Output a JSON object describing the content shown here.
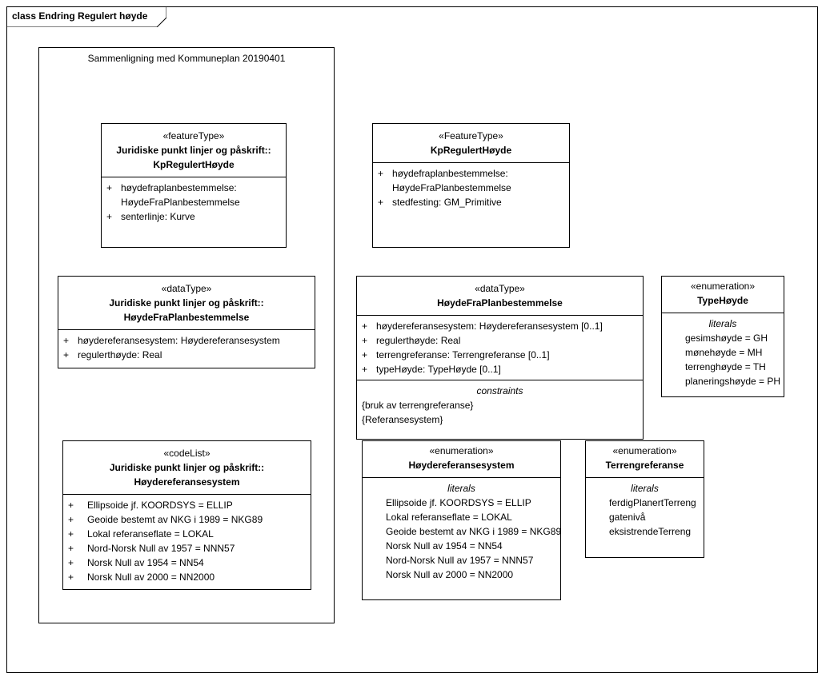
{
  "frame": {
    "label": "class Endring Regulert høyde"
  },
  "group": {
    "title": "Sammenligning med Kommuneplan 20190401"
  },
  "classes": {
    "kp_left": {
      "stereotype": "«featureType»",
      "name_line1": "Juridiske punkt linjer og påskrift::",
      "name_line2": "KpRegulertHøyde",
      "attributes": [
        {
          "vis": "+",
          "line1": "høydefraplanbestemmelse:",
          "line2": "HøydeFraPlanbestemmelse"
        },
        {
          "vis": "+",
          "line1": "senterlinje: Kurve"
        }
      ]
    },
    "kp_right": {
      "stereotype": "«FeatureType»",
      "name_line1": "KpRegulertHøyde",
      "attributes": [
        {
          "vis": "+",
          "line1": "høydefraplanbestemmelse:",
          "line2": "HøydeFraPlanbestemmelse"
        },
        {
          "vis": "+",
          "line1": "stedfesting: GM_Primitive"
        }
      ]
    },
    "hfp_left": {
      "stereotype": "«dataType»",
      "name_line1": "Juridiske punkt linjer og påskrift::",
      "name_line2": "HøydeFraPlanbestemmelse",
      "attributes": [
        {
          "vis": "+",
          "line1": "høydereferansesystem: Høydereferansesystem"
        },
        {
          "vis": "+",
          "line1": "regulerthøyde: Real"
        }
      ]
    },
    "hfp_right": {
      "stereotype": "«dataType»",
      "name_line1": "HøydeFraPlanbestemmelse",
      "attributes": [
        {
          "vis": "+",
          "line1": "høydereferansesystem: Høydereferansesystem [0..1]"
        },
        {
          "vis": "+",
          "line1": "regulerthøyde: Real"
        },
        {
          "vis": "+",
          "line1": "terrengreferanse: Terrengreferanse [0..1]"
        },
        {
          "vis": "+",
          "line1": "typeHøyde: TypeHøyde [0..1]"
        }
      ],
      "constraints_title": "constraints",
      "constraints": [
        "{bruk av terrengreferanse}",
        "{Referansesystem}"
      ]
    },
    "typehoyde": {
      "stereotype": "«enumeration»",
      "name_line1": "TypeHøyde",
      "literals_title": "literals",
      "literals": [
        "gesimshøyde = GH",
        "mønehøyde = MH",
        "terrenghøyde = TH",
        "planeringshøyde = PH"
      ]
    },
    "hrs_left": {
      "stereotype": "«codeList»",
      "name_line1": "Juridiske punkt linjer og påskrift::",
      "name_line2": "Høydereferansesystem",
      "attributes": [
        {
          "vis": "+",
          "line1": "Ellipsoide jf. KOORDSYS = ELLIP"
        },
        {
          "vis": "+",
          "line1": "Geoide bestemt av NKG i 1989 = NKG89"
        },
        {
          "vis": "+",
          "line1": "Lokal referanseflate = LOKAL"
        },
        {
          "vis": "+",
          "line1": "Nord-Norsk Null av 1957 = NNN57"
        },
        {
          "vis": "+",
          "line1": "Norsk Null av 1954 = NN54"
        },
        {
          "vis": "+",
          "line1": "Norsk Null av 2000 = NN2000"
        }
      ]
    },
    "hrs_right": {
      "stereotype": "«enumeration»",
      "name_line1": "Høydereferansesystem",
      "literals_title": "literals",
      "literals": [
        "Ellipsoide jf. KOORDSYS = ELLIP",
        "Lokal referanseflate = LOKAL",
        "Geoide bestemt av NKG i 1989 = NKG89",
        "Norsk Null av 1954 = NN54",
        "Nord-Norsk Null av 1957 = NNN57",
        "Norsk Null av 2000 = NN2000"
      ]
    },
    "terreng": {
      "stereotype": "«enumeration»",
      "name_line1": "Terrengreferanse",
      "literals_title": "literals",
      "literals": [
        "ferdigPlanertTerreng",
        "gatenivå",
        "eksistrendeTerreng"
      ]
    }
  }
}
